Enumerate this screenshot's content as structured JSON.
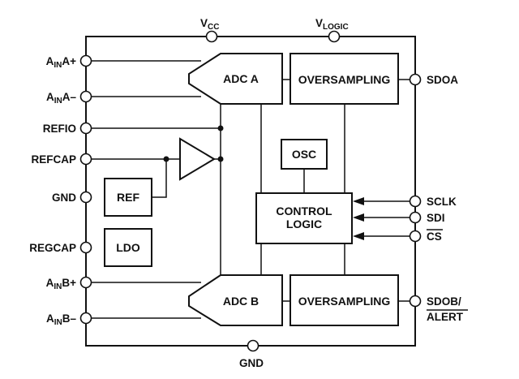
{
  "pins": {
    "vcc": {
      "main": "V",
      "sub": "CC"
    },
    "vlogic": {
      "main": "V",
      "sub": "LOGIC"
    },
    "ain_a_pos": {
      "pre": "A",
      "sub": "IN",
      "post": "A+"
    },
    "ain_a_neg": {
      "pre": "A",
      "sub": "IN",
      "post": "A–"
    },
    "refio": "REFIO",
    "refcap": "REFCAP",
    "gnd_left": "GND",
    "regcap": "REGCAP",
    "ain_b_pos": {
      "pre": "A",
      "sub": "IN",
      "post": "B+"
    },
    "ain_b_neg": {
      "pre": "A",
      "sub": "IN",
      "post": "B–"
    },
    "sdoa": "SDOA",
    "sclk": "SCLK",
    "sdi": "SDI",
    "cs": "CS",
    "sdob_line1": "SDOB/",
    "sdob_line2": "ALERT",
    "gnd_bottom": "GND"
  },
  "blocks": {
    "adc_a": "ADC A",
    "adc_b": "ADC B",
    "oversampling_a": "OVERSAMPLING",
    "oversampling_b": "OVERSAMPLING",
    "osc": "OSC",
    "control_logic_line1": "CONTROL",
    "control_logic_line2": "LOGIC",
    "ref": "REF",
    "ldo": "LDO"
  }
}
